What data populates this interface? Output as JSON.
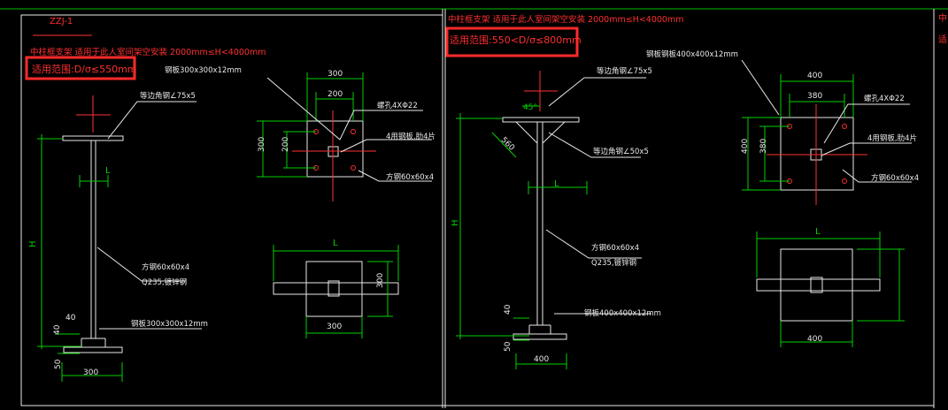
{
  "drawing_id": "ZZJ-1",
  "left_sheet": {
    "title": "中柱框支架 适用于此人室间架空安装 2000mm≤H<4000mm",
    "range": "适用范围:D/σ≤550mm",
    "labels": {
      "angle_top": "等边角钢∠75x5",
      "plate_top": "钢板300x300x12mm",
      "bolt_holes": "螺孔4XΦ22",
      "stiffener": "4用钢板,肋4片",
      "pipe_side": "方钢60x60x4",
      "pipe_mid": "方钢60x60x4",
      "material": "Q235,镀锌钢",
      "plate_base": "钢板300x300x12mm"
    },
    "dims": {
      "plate_w_outer": "300",
      "plate_w_inner": "200",
      "plate_h_outer": "300",
      "plate_h_inner": "200",
      "H": "H",
      "L": "L",
      "L_mid": "L",
      "base_40a": "40",
      "base_40b": "40",
      "base_50": "50",
      "base_300": "300",
      "mid_300_h": "300",
      "mid_300_w": "300"
    }
  },
  "right_sheet": {
    "title": "中柱框支架 适用于此人室间架空安装 2000mm≤H<4000mm",
    "range": "适用范围:550<D/σ≤800mm",
    "labels": {
      "plate_top": "钢板钢板400x400x12mm",
      "bolt_holes": "螺孔4XΦ22",
      "stiffener": "4用钢板,肋4片",
      "angle_brace": "等边角钢∠50x5",
      "angle_top": "等边角钢∠75x5",
      "pipe_side": "方钢60x60x4",
      "pipe_mid": "方钢60x60x4",
      "material": "Q235,镀锌钢",
      "plate_base": "钢板400x400x12mm"
    },
    "dims": {
      "plate_w_outer": "400",
      "plate_w_inner": "380",
      "plate_h_outer": "400",
      "plate_h_inner": "380",
      "angle_45": "45°",
      "brace_560": "560",
      "H": "H",
      "L": "L",
      "L_mid": "L",
      "base_40": "40",
      "base_50": "50",
      "base_400": "400",
      "mid_400_w": "400"
    }
  },
  "edge_text": [
    "中",
    "适"
  ]
}
